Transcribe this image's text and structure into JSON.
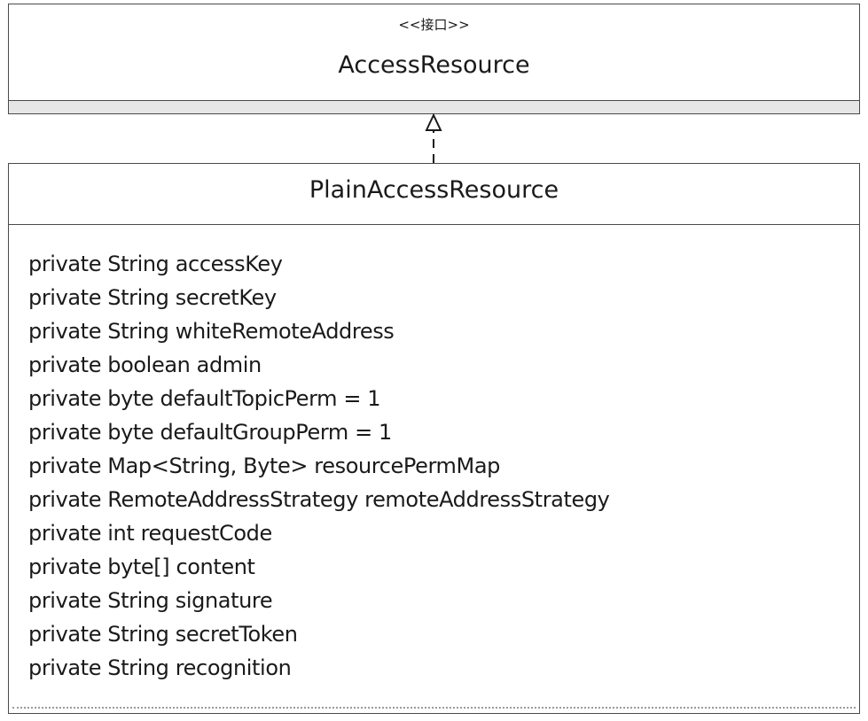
{
  "interface": {
    "stereotype": "<<接口>>",
    "name": "AccessResource"
  },
  "class": {
    "name": "PlainAccessResource",
    "attributes": [
      "private String accessKey",
      "private String secretKey",
      "private String whiteRemoteAddress",
      "private boolean admin",
      "private byte defaultTopicPerm = 1",
      "private byte defaultGroupPerm = 1",
      "private Map<String, Byte> resourcePermMap",
      "private RemoteAddressStrategy remoteAddressStrategy",
      "private int requestCode",
      "private byte[] content",
      "private String signature",
      "private String secretToken",
      "private String recognition"
    ]
  },
  "relationship": {
    "type": "realization",
    "from": "class",
    "to": "interface",
    "line_style": "dashed",
    "arrowhead": "hollow-triangle"
  }
}
